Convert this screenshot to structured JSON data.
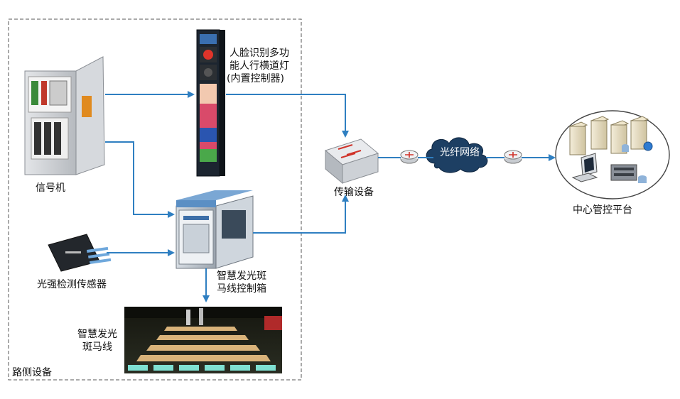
{
  "labels": {
    "signal_machine": "信号机",
    "face_light_line1": "人脸识别多功",
    "face_light_line2": "能人行横道灯",
    "face_light_line3": "(内置控制器)",
    "light_sensor": "光强检测传感器",
    "zebra_box_line1": "智慧发光斑",
    "zebra_box_line2": "马线控制箱",
    "zebra_line1": "智慧发光",
    "zebra_line2": "斑马线",
    "roadside": "路侧设备",
    "transmission": "传输设备",
    "fiber_network": "光纤网络",
    "center_platform": "中心管控平台"
  },
  "colors": {
    "arrow": "#2f7fc1",
    "cabinet": "#c9ccd0",
    "cloud": "#1d3f63",
    "dashed_border": "#555555"
  }
}
